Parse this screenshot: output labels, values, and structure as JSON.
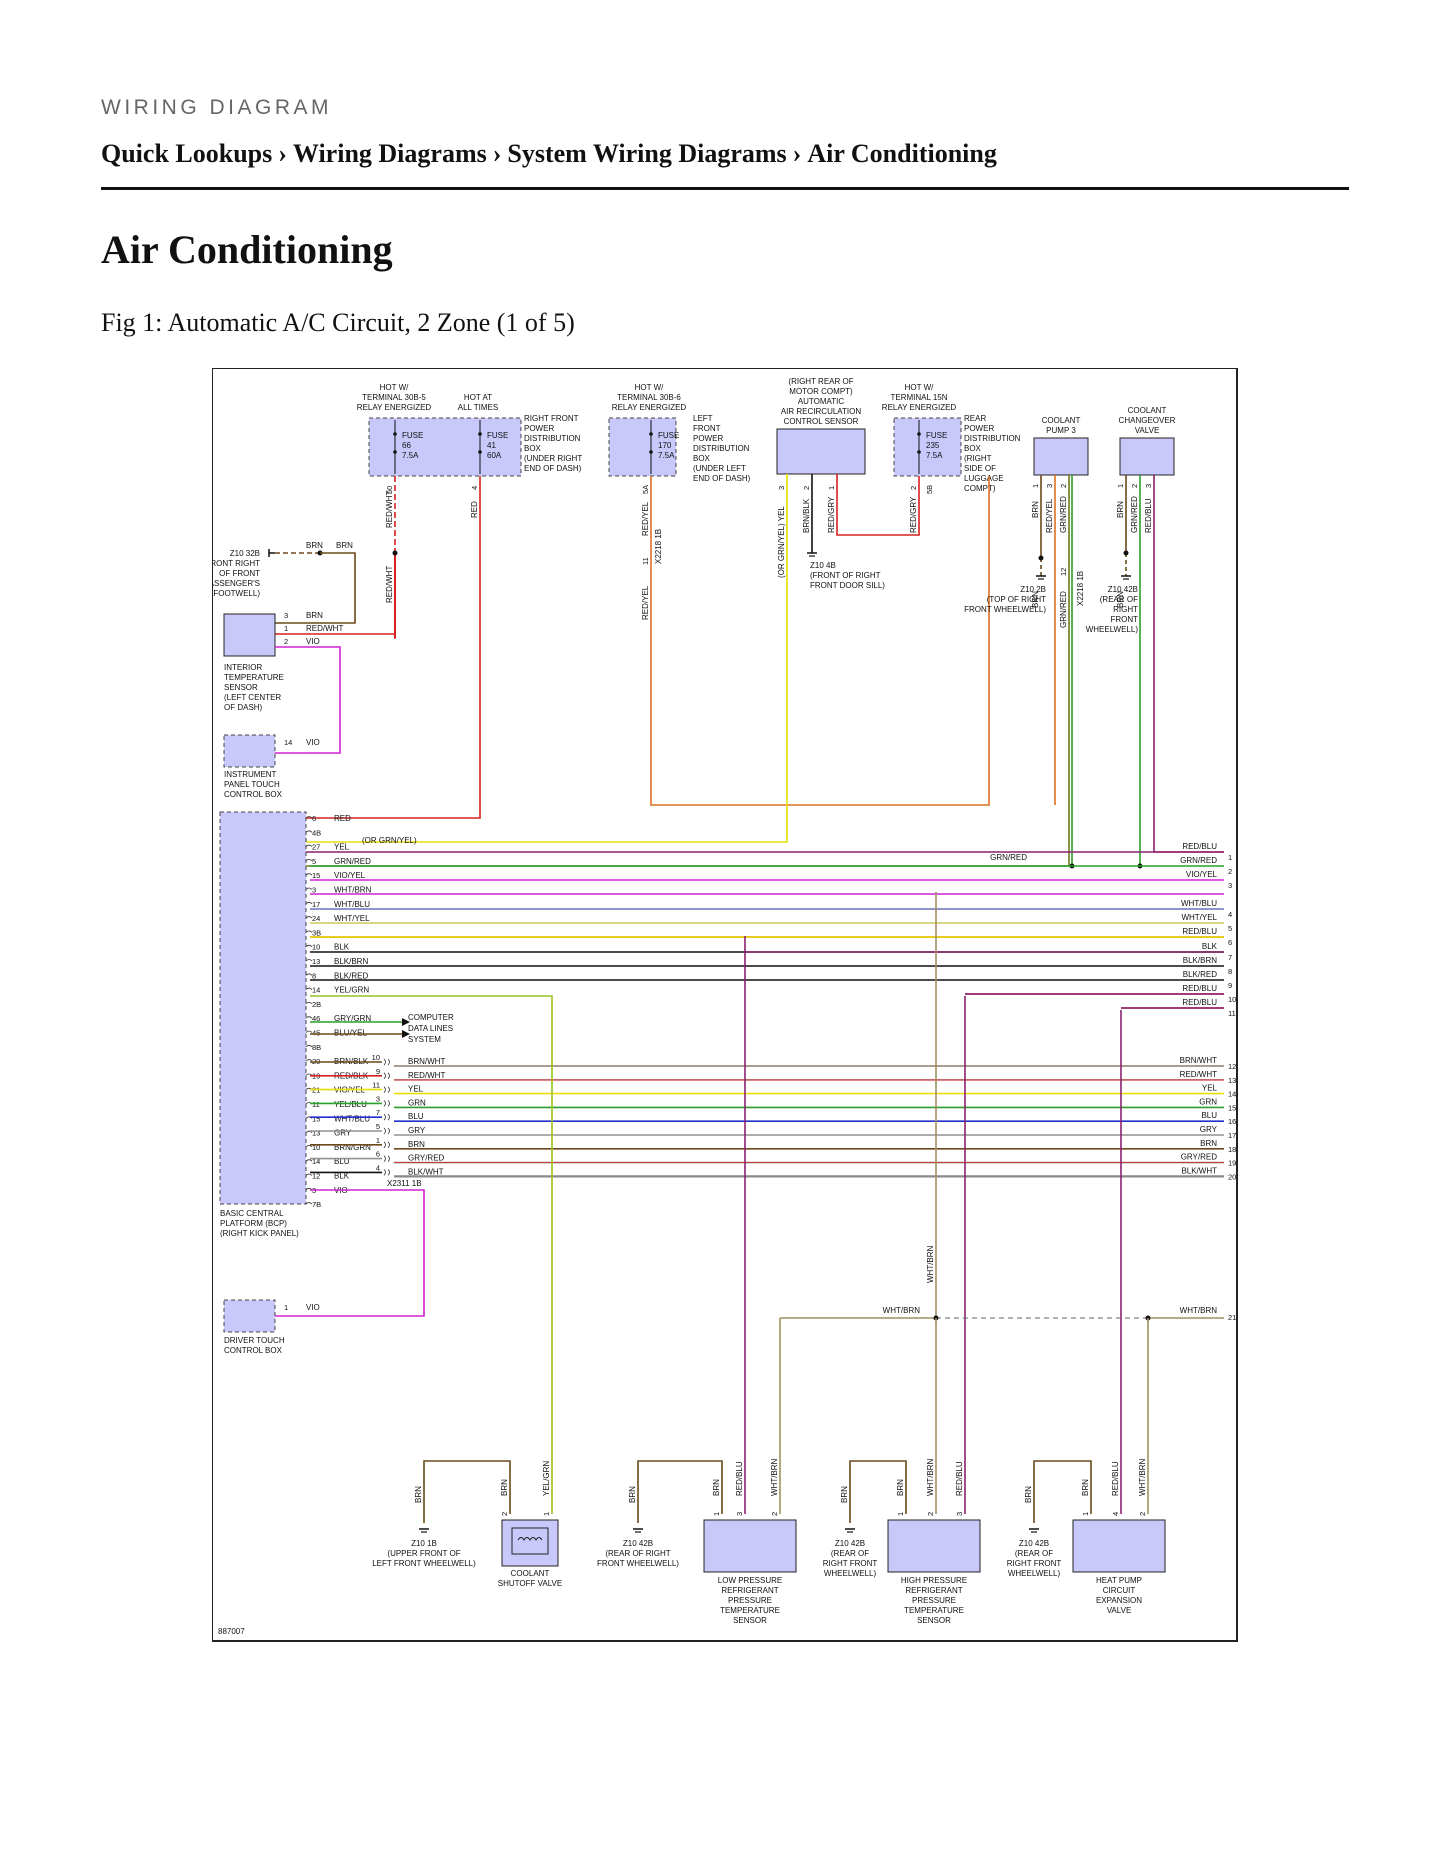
{
  "header": {
    "label": "WIRING DIAGRAM",
    "breadcrumb": [
      "Quick Lookups",
      "Wiring Diagrams",
      "System Wiring Diagrams",
      "Air Conditioning"
    ],
    "separator": "›"
  },
  "page_title": "Air Conditioning",
  "figure_caption": "Fig 1: Automatic A/C Circuit, 2 Zone (1 of 5)",
  "diagram": {
    "figure_id": "887007",
    "colors": {
      "component_fill": "#c8c8fa",
      "BRN": "#6b4a1a",
      "RED": "#d62020",
      "YEL": "#e8e000",
      "GRN": "#2aa02a",
      "BLU": "#2030c8",
      "VIO": "#d020d0",
      "WHT": "#b0b0b0",
      "GRY": "#909090",
      "BLK": "#111111",
      "ORG": "#e07020"
    },
    "power_labels": {
      "hot1": [
        "HOT W/",
        "TERMINAL 30B-5",
        "RELAY ENERGIZED"
      ],
      "hot2": [
        "HOT AT",
        "ALL TIMES"
      ],
      "hot3": [
        "HOT W/",
        "TERMINAL 30B-6",
        "RELAY ENERGIZED"
      ],
      "hot4": [
        "HOT W/",
        "TERMINAL 15N",
        "RELAY ENERGIZED"
      ]
    },
    "fuses": {
      "f66": [
        "FUSE",
        "66",
        "7.5A"
      ],
      "f41": [
        "FUSE",
        "41",
        "60A"
      ],
      "f170": [
        "FUSE",
        "170",
        "7.5A"
      ],
      "f235": [
        "FUSE",
        "235",
        "7.5A"
      ]
    },
    "boxes": {
      "right_front_pdb": [
        "RIGHT FRONT",
        "POWER",
        "DISTRIBUTION",
        "BOX",
        "(UNDER RIGHT",
        "END OF DASH)"
      ],
      "left_front_pdb": [
        "LEFT",
        "FRONT",
        "POWER",
        "DISTRIBUTION",
        "BOX",
        "(UNDER LEFT",
        "END OF DASH)"
      ],
      "rear_pdb": [
        "REAR",
        "POWER",
        "DISTRIBUTION",
        "BOX",
        "(RIGHT",
        "SIDE OF",
        "LUGGAGE",
        "COMPT)"
      ],
      "recirc_sensor": [
        "(RIGHT REAR OF",
        "MOTOR COMPT)",
        "AUTOMATIC",
        "AIR RECIRCULATION",
        "CONTROL SENSOR"
      ],
      "coolant_pump": [
        "COOLANT",
        "PUMP 3"
      ],
      "coolant_valve": [
        "COOLANT",
        "CHANGEOVER",
        "VALVE"
      ],
      "interior_sensor": [
        "INTERIOR",
        "TEMPERATURE",
        "SENSOR",
        "(LEFT CENTER",
        "OF DASH)"
      ],
      "panel_touch": [
        "INSTRUMENT",
        "PANEL TOUCH",
        "CONTROL BOX"
      ],
      "bcp": [
        "BASIC CENTRAL",
        "PLATFORM (BCP)",
        "(RIGHT KICK PANEL)"
      ],
      "driver_touch": [
        "DRIVER TOUCH",
        "CONTROL BOX"
      ],
      "shutoff_valve": [
        "COOLANT",
        "SHUTOFF VALVE"
      ],
      "low_sensor": [
        "LOW PRESSURE",
        "REFRIGERANT",
        "PRESSURE",
        "TEMPERATURE",
        "SENSOR"
      ],
      "high_sensor": [
        "HIGH PRESSURE",
        "REFRIGERANT",
        "PRESSURE",
        "TEMPERATURE",
        "SENSOR"
      ],
      "heat_pump_valve": [
        "HEAT PUMP",
        "CIRCUIT",
        "EXPANSION",
        "VALVE"
      ],
      "data_lines": [
        "COMPUTER",
        "DATA LINES",
        "SYSTEM"
      ]
    },
    "grounds": {
      "z10_32b": [
        "Z10 32B",
        "(FRONT RIGHT",
        "OF FRONT",
        "PASSENGER'S",
        "FOOTWELL)"
      ],
      "z10_4b": [
        "Z10 4B",
        "(FRONT OF RIGHT",
        "FRONT DOOR SILL)"
      ],
      "z10_2b": [
        "Z10 2B",
        "(TOP OF RIGHT",
        "FRONT WHEELWELL)"
      ],
      "z10_42b_top": [
        "Z10 42B",
        "(REAR OF",
        "RIGHT",
        "FRONT",
        "WHEELWELL)"
      ],
      "z10_1b": [
        "Z10 1B",
        "(UPPER FRONT OF",
        "LEFT FRONT WHEELWELL)"
      ],
      "z10_42b_a": [
        "Z10 42B",
        "(REAR OF RIGHT",
        "FRONT WHEELWELL)"
      ],
      "z10_42b_b": [
        "Z10 42B",
        "(REAR OF",
        "RIGHT FRONT",
        "WHEELWELL)"
      ],
      "z10_42b_c": [
        "Z10 42B",
        "(REAR OF",
        "RIGHT FRONT",
        "WHEELWELL)"
      ]
    },
    "connectors": {
      "x2218_a": "X2218 1B",
      "x2218_b": "X2218 1B",
      "x2311": "X2311 1B"
    },
    "top_wire_labels": {
      "redwht_1": "RED/WHT",
      "redwht_2": "RED/WHT",
      "red": "RED",
      "redyel_1": "RED/YEL",
      "redyel_2": "RED/YEL",
      "or_grn_yel": "(OR GRN/YEL) YEL",
      "brnblk": "BRN/BLK",
      "redgry_1": "RED/GRY",
      "redgry_2": "RED/GRY",
      "p_brn": "BRN",
      "p_redyel": "RED/YEL",
      "p_grnred": "GRN/RED",
      "p_brn2": "BRN",
      "p_grnred2": "GRN/RED",
      "v_brn": "BRN",
      "v_grnred": "GRN/RED",
      "v_redblu": "RED/BLU",
      "v_brn2": "BRN",
      "brn_a": "BRN",
      "brn_b": "BRN",
      "brn_c": "BRN",
      "redwht_c": "RED/WHT",
      "vio_c": "VIO",
      "vio_d": "VIO",
      "vio_e": "VIO",
      "red_row": "RED",
      "or_grnyel": "(OR GRN/YEL)",
      "grnred_mid": "GRN/RED"
    },
    "top_pins": {
      "p50": "50",
      "p4": "4",
      "p5a": "5A",
      "p3r": "3",
      "p2r": "2",
      "p1r": "1",
      "p2f": "2",
      "p5b": "5B",
      "cp1": "1",
      "cp3": "3",
      "cp2": "2",
      "cv1": "1",
      "cv2": "2",
      "cv3": "3",
      "p11": "11",
      "p12": "12",
      "s3": "3",
      "s1": "1",
      "s2": "2",
      "ip14": "14",
      "dt1": "1"
    },
    "bcp_rows": [
      {
        "pin": "6",
        "label": "RED"
      },
      {
        "pin": "4B",
        "label": ""
      },
      {
        "pin": "27",
        "label": "YEL"
      },
      {
        "pin": "5",
        "label": "GRN/RED"
      },
      {
        "pin": "15",
        "label": "VIO/YEL"
      },
      {
        "pin": "3",
        "label": "WHT/BRN"
      },
      {
        "pin": "17",
        "label": "WHT/BLU"
      },
      {
        "pin": "24",
        "label": "WHT/YEL"
      },
      {
        "pin": "3B",
        "label": ""
      },
      {
        "pin": "10",
        "label": "BLK"
      },
      {
        "pin": "13",
        "label": "BLK/BRN"
      },
      {
        "pin": "8",
        "label": "BLK/RED"
      },
      {
        "pin": "14",
        "label": "YEL/GRN"
      },
      {
        "pin": "2B",
        "label": ""
      },
      {
        "pin": "46",
        "label": "GRY/GRN"
      },
      {
        "pin": "45",
        "label": "BLU/YEL"
      },
      {
        "pin": "8B",
        "label": ""
      },
      {
        "pin": "20",
        "label": "BRN/BLK"
      },
      {
        "pin": "19",
        "label": "RED/BLK"
      },
      {
        "pin": "21",
        "label": "VIO/YEL"
      },
      {
        "pin": "11",
        "label": "YEL/BLU"
      },
      {
        "pin": "15",
        "label": "WHT/BLU"
      },
      {
        "pin": "13",
        "label": "GRY"
      },
      {
        "pin": "10",
        "label": "BRN/GRN"
      },
      {
        "pin": "14",
        "label": "BLU"
      },
      {
        "pin": "12",
        "label": "BLK"
      },
      {
        "pin": "3",
        "label": "VIO"
      },
      {
        "pin": "7B",
        "label": ""
      }
    ],
    "right_rows": [
      {
        "num": "1",
        "label": "RED/BLU"
      },
      {
        "num": "2",
        "label": "GRN/RED"
      },
      {
        "num": "3",
        "label": "VIO/YEL"
      },
      {
        "num": "4",
        "label": "WHT/BLU"
      },
      {
        "num": "5",
        "label": "WHT/YEL"
      },
      {
        "num": "6",
        "label": "RED/BLU"
      },
      {
        "num": "7",
        "label": "BLK"
      },
      {
        "num": "8",
        "label": "BLK/BRN"
      },
      {
        "num": "9",
        "label": "BLK/RED"
      },
      {
        "num": "10",
        "label": "RED/BLU"
      },
      {
        "num": "11",
        "label": "RED/BLU"
      }
    ],
    "x2311_rows": [
      {
        "pin": "10",
        "label": "BRN/WHT",
        "right": "BRN/WHT",
        "num": "12"
      },
      {
        "pin": "9",
        "label": "RED/WHT",
        "right": "RED/WHT",
        "num": "13"
      },
      {
        "pin": "11",
        "label": "YEL",
        "right": "YEL",
        "num": "14"
      },
      {
        "pin": "3",
        "label": "GRN",
        "right": "GRN",
        "num": "15"
      },
      {
        "pin": "7",
        "label": "BLU",
        "right": "BLU",
        "num": "16"
      },
      {
        "pin": "5",
        "label": "GRY",
        "right": "GRY",
        "num": "17"
      },
      {
        "pin": "1",
        "label": "BRN",
        "right": "BRN",
        "num": "18"
      },
      {
        "pin": "6",
        "label": "GRY/RED",
        "right": "GRY/RED",
        "num": "19"
      },
      {
        "pin": "4",
        "label": "BLK/WHT",
        "right": "BLK/WHT",
        "num": "20"
      }
    ],
    "whtbrn": {
      "left": "WHT/BRN",
      "right": "WHT/BRN",
      "num": "21",
      "vert": "WHT/BRN"
    },
    "bottom_wire_labels": {
      "sv_brn": "BRN",
      "sv_brn2": "BRN",
      "sv_yelgrn": "YEL/GRN",
      "lp_brn": "BRN",
      "lp_brn2": "BRN",
      "lp_redblu": "RED/BLU",
      "lp_whtbrn": "WHT/BRN",
      "hp_brn": "BRN",
      "hp_brn2": "BRN",
      "hp_whtbrn": "WHT/BRN",
      "hp_redblu": "RED/BLU",
      "ev_brn": "BRN",
      "ev_brn2": "BRN",
      "ev_redblu": "RED/BLU",
      "ev_whtbrn": "WHT/BRN"
    },
    "bottom_pins": {
      "sv2": "2",
      "sv1": "1",
      "lp1": "1",
      "lp3": "3",
      "lp2": "2",
      "hp1": "1",
      "hp2": "2",
      "hp3": "3",
      "ev1": "1",
      "ev4": "4",
      "ev2": "2"
    }
  }
}
